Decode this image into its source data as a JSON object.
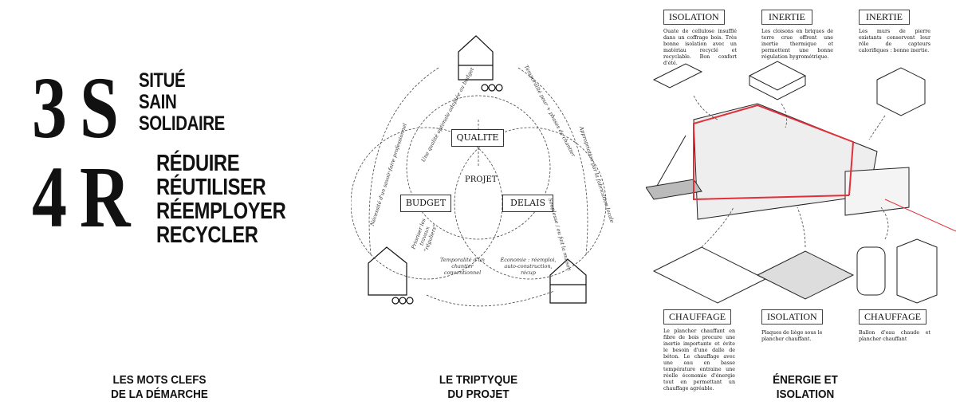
{
  "left": {
    "logo": {
      "digits": [
        "3",
        "S",
        "4",
        "R"
      ]
    },
    "keywords_s": [
      "SITUÉ",
      "SAIN",
      "SOLIDAIRE"
    ],
    "keywords_r": [
      "RÉDUIRE",
      "RÉUTILISER",
      "RÉEMPLOYER",
      "RECYCLER"
    ],
    "caption": [
      "LES MOTS CLEFS",
      "DE LA DÉMARCHE"
    ]
  },
  "middle": {
    "nodes": {
      "qualite": "QUALITE",
      "projet": "PROJET",
      "budget": "BUDGET",
      "delais": "DELAIS"
    },
    "labels": [
      "Nécessité d'un savoir-faire professionnel",
      "Une qualité optimale adaptée au budget",
      "Temporalité pour + phases de chantier",
      "Appropriation par la fabrication locale",
      "Prioriser les travaux \"réguliers\"",
      "Temporalité d'un chantier conventionnel",
      "Économie : réemploi, auto-construction, récup",
      "Souplesse / ou fait la maison"
    ],
    "caption": [
      "LE TRIPTYQUE",
      "DU PROJET"
    ]
  },
  "right": {
    "cards": [
      {
        "title": "ISOLATION",
        "text": "Ouate de cellulose insufflé dans un coffrage bois. Très bonne isolation avec un matériau recyclé et recyclable. Bon confort d'été."
      },
      {
        "title": "INERTIE",
        "text": "Les cloisons en briques de terre crue offrent une inertie thermique et permettent une bonne régulation hygrométrique."
      },
      {
        "title": "INERTIE",
        "text": "Les murs de pierre existants conservent leur rôle de capteurs calorifiques : bonne inertie."
      },
      {
        "title": "CHAUFFAGE",
        "text": "Le plancher chauffant en fibre de bois procure une inertie importante et évite le besoin d'une dalle de béton. Le chauffage avec une eau en basse température entraine une réelle économie d'énergie tout en permettant un chauffage agréable."
      },
      {
        "title": "ISOLATION",
        "text": "Plaques de liège sous le plancher chauffant."
      },
      {
        "title": "CHAUFFAGE",
        "text": "Ballon d'eau chaude et plancher chauffant"
      }
    ],
    "caption": [
      "ÉNERGIE ET",
      "ISOLATION"
    ],
    "accent": "#e0303a"
  }
}
